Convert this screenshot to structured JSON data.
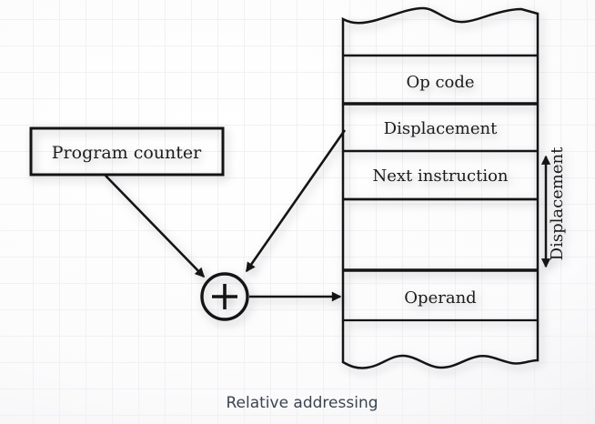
{
  "caption": "Relative addressing",
  "program_counter": {
    "label": "Program counter"
  },
  "adder": {
    "symbol": "+"
  },
  "memory": {
    "rows": [
      {
        "label": ""
      },
      {
        "label": "Op code"
      },
      {
        "label": "Displacement"
      },
      {
        "label": "Next instruction"
      },
      {
        "label": ""
      },
      {
        "label": "Operand"
      },
      {
        "label": ""
      }
    ]
  },
  "displacement_span": {
    "label": "Displacement"
  },
  "colors": {
    "line": "#141414",
    "label_text": "#1c1c1c",
    "caption_text": "#3b4450",
    "fill_light": "#f7f7f8",
    "fill_dark": "#ececee"
  }
}
